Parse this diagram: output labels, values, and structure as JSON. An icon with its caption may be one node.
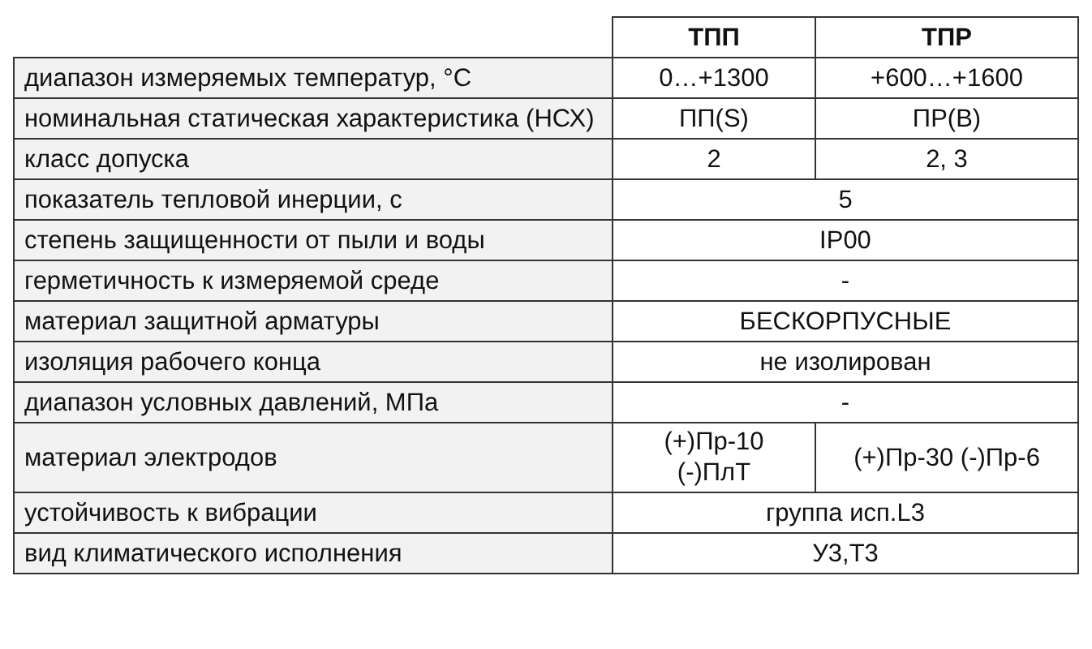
{
  "diagram": {
    "labels": [
      "ТПП",
      "ТПР",
      "диапазон измеряемых температур, °С",
      "0…+1300",
      "+600…+1600",
      "номинальная статическая характеристика (НСХ)",
      "ПП(S)",
      "ПР(B)",
      "класс допуска",
      "2",
      "2, 3",
      "показатель тепловой инерции, с",
      "5",
      "степень защищенности от пыли и воды",
      "IP00",
      "герметичность к измеряемой среде",
      "-",
      "материал защитной арматуры",
      "БЕСКОРПУСНЫЕ",
      "изоляция рабочего конца",
      "не изолирован",
      "диапазон условных давлений, МПа",
      "-",
      "материал электродов",
      "(+)Пр-10 (-)ПлТ",
      "(+)Пр-30 (-)Пр-6",
      "устойчивость к вибрации",
      "группа исп.L3",
      "вид климатического исполнения",
      "У3,Т3"
    ]
  }
}
